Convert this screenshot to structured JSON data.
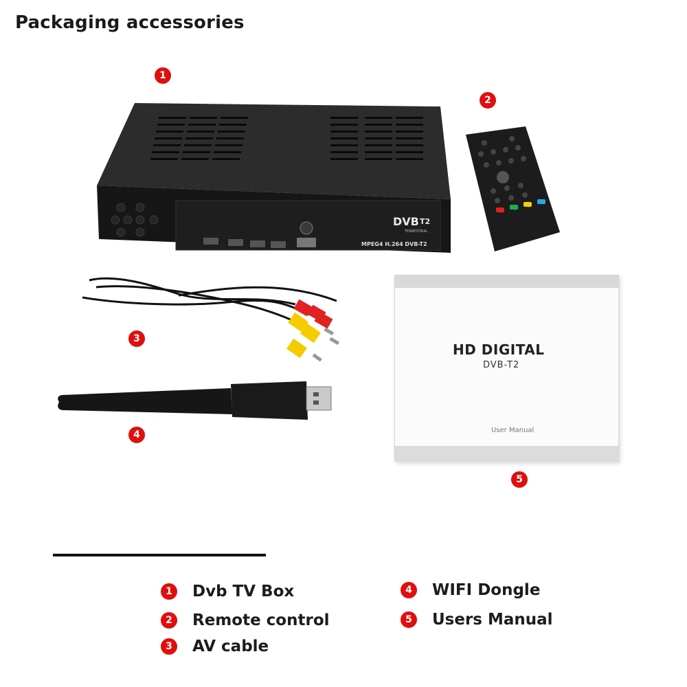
{
  "page": {
    "title": "Packaging accessories"
  },
  "colors": {
    "badge": "#e10e0e",
    "text": "#1c1c1c"
  },
  "markers": [
    "1",
    "2",
    "3",
    "4",
    "5"
  ],
  "manual": {
    "line1": "HD DIGITAL",
    "line2": "DVB-T2",
    "footer": "User Manual"
  },
  "box": {
    "front_text": "MPEG4 H.264 DVB-T2",
    "logo": "DVB",
    "logo_sub": "T2",
    "logo_small": "TERRESTRIAL"
  },
  "legend": {
    "items": [
      {
        "num": "1",
        "label": "Dvb TV Box"
      },
      {
        "num": "2",
        "label": "Remote control"
      },
      {
        "num": "3",
        "label": "AV cable"
      },
      {
        "num": "4",
        "label": "WIFI Dongle"
      },
      {
        "num": "5",
        "label": "Users Manual"
      }
    ]
  }
}
